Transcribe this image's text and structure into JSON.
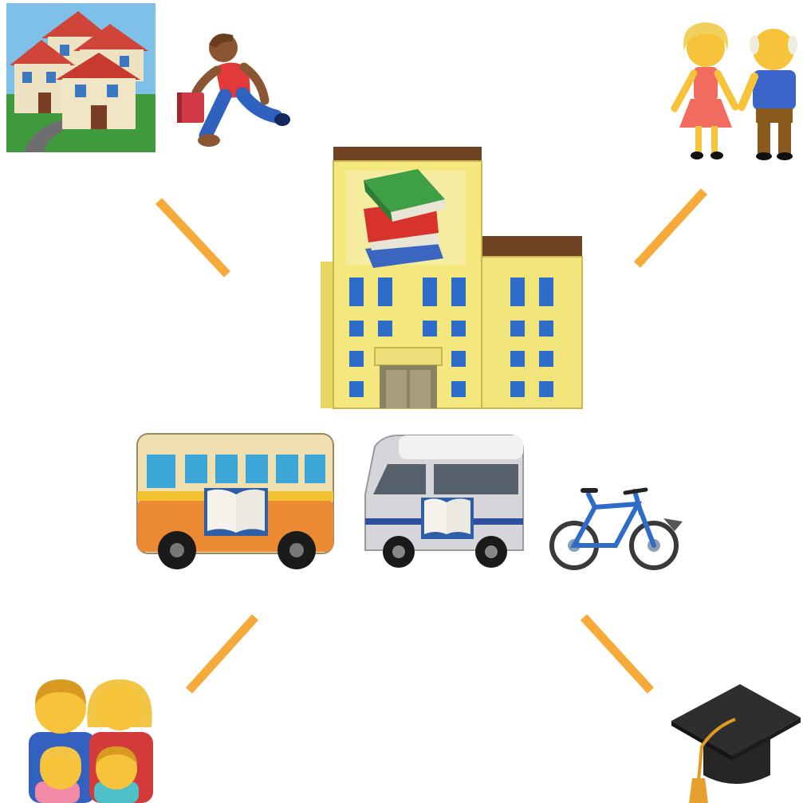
{
  "diagram": {
    "center": {
      "icon": "library-building-icon"
    },
    "connector_color": "#F6AA3A",
    "corners": [
      {
        "id": "top-left",
        "icons": [
          "houses-icon",
          "child-running-with-book-icon"
        ]
      },
      {
        "id": "top-right",
        "icons": [
          "elderly-couple-icon"
        ]
      },
      {
        "id": "bottom-left",
        "icons": [
          "family-icon"
        ]
      },
      {
        "id": "bottom-right",
        "icons": [
          "graduation-cap-icon"
        ]
      }
    ],
    "mobile_services": [
      {
        "icon": "library-bus-icon"
      },
      {
        "icon": "library-van-icon"
      },
      {
        "icon": "bicycle-icon"
      }
    ]
  }
}
